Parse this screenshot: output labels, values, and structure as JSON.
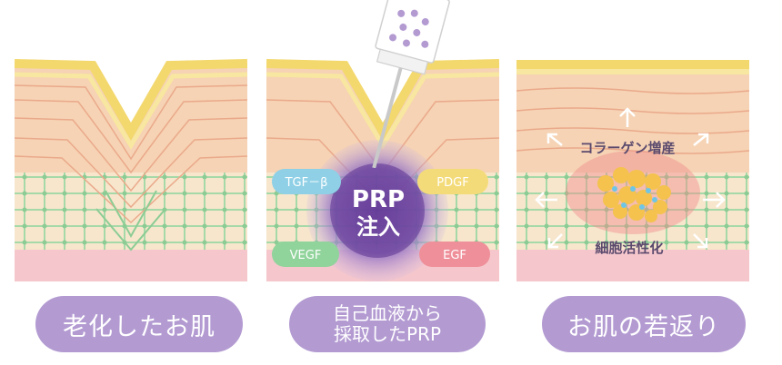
{
  "panels": [
    {
      "caption": "老化したお肌"
    },
    {
      "caption_line1": "自己血液から",
      "caption_line2": "採取したPRP",
      "center_line1": "PRP",
      "center_line2": "注入",
      "factors": {
        "tgf": "TGF－β",
        "pdgf": "PDGF",
        "vegf": "VEGF",
        "egf": "EGF"
      }
    },
    {
      "caption": "お肌の若返り",
      "label_top": "コラーゲン増産",
      "label_bottom": "細胞活性化"
    }
  ],
  "colors": {
    "pill": "#b39bd2",
    "skin": "#f6d3b4",
    "skin_line": "#e9a98a",
    "epidermis": "#f8e37c",
    "dermis": "#f7e3c6",
    "grid": "#9fd6a4",
    "subcut": "#f5c7cc",
    "tgf": "#8fd0e6",
    "pdgf": "#f4db79",
    "vegf": "#90d39b",
    "egf": "#ef8f9a",
    "prp": "#6f4aa8"
  }
}
